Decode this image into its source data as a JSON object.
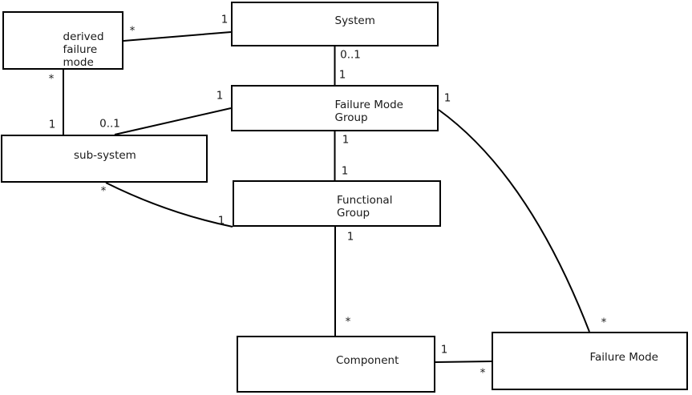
{
  "diagram": {
    "kind": "entity-relationship-diagram",
    "colors": {
      "background": "#ffffff",
      "line": "#000000",
      "text": "#191919",
      "box_fill": "#ffffff"
    },
    "boxes": {
      "derived_failure_mode": {
        "label": "derived\nfailure\nmode"
      },
      "system": {
        "label": "System"
      },
      "failure_mode_group": {
        "label": "Failure Mode\nGroup"
      },
      "sub_system": {
        "label": "sub-system"
      },
      "functional_group": {
        "label": "Functional\nGroup"
      },
      "component": {
        "label": "Component"
      },
      "failure_mode": {
        "label": "Failure Mode"
      }
    },
    "mults": {
      "m1a": "*",
      "m1b": "1",
      "m2a": "0..1",
      "m2b": "1",
      "m3a": "*",
      "m3b": "1",
      "m4a": "0..1",
      "m4b": "1",
      "m5a": "1",
      "m5b": "1",
      "m6a": "*",
      "m6b": "1",
      "m7a": "1",
      "m7b": "*",
      "m8a": "1",
      "m8b": "*",
      "m9a": "1",
      "m9b": "*"
    },
    "relationships": [
      {
        "from": "derived failure mode",
        "from_mult": "*",
        "to": "System",
        "to_mult": "1"
      },
      {
        "from": "System",
        "from_mult": "0..1",
        "to": "Failure Mode Group",
        "to_mult": "1"
      },
      {
        "from": "derived failure mode",
        "from_mult": "*",
        "to": "sub-system",
        "to_mult": "1"
      },
      {
        "from": "sub-system",
        "from_mult": "0..1",
        "to": "Failure Mode Group",
        "to_mult": "1"
      },
      {
        "from": "Failure Mode Group",
        "from_mult": "1",
        "to": "Functional Group",
        "to_mult": "1"
      },
      {
        "from": "sub-system",
        "from_mult": "*",
        "to": "Functional Group",
        "to_mult": "1"
      },
      {
        "from": "Functional Group",
        "from_mult": "1",
        "to": "Component",
        "to_mult": "*"
      },
      {
        "from": "Component",
        "from_mult": "1",
        "to": "Failure Mode",
        "to_mult": "*"
      },
      {
        "from": "Failure Mode Group",
        "from_mult": "1",
        "to": "Failure Mode",
        "to_mult": "*"
      }
    ]
  }
}
